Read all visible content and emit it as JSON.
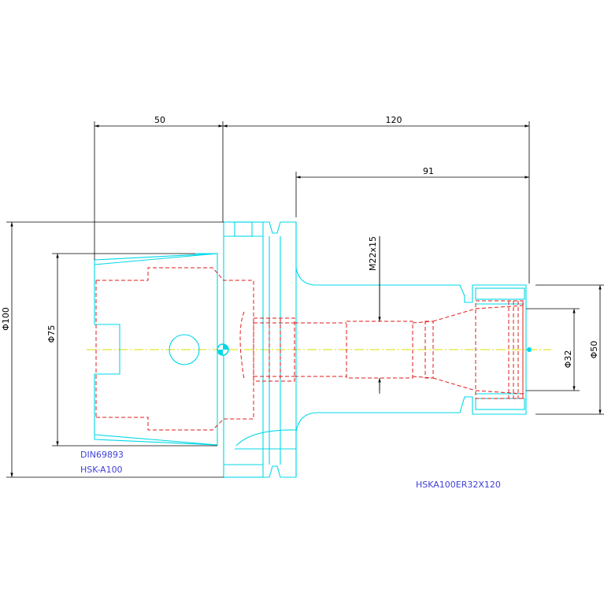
{
  "drawing": {
    "dimensions": {
      "d50": "50",
      "d120": "120",
      "d91": "91",
      "thread": "M22x15",
      "dia100": "Φ100",
      "dia75": "Φ75",
      "dia50": "Φ50",
      "dia32": "Φ32"
    },
    "labels": {
      "standard": "DIN69893",
      "shank": "HSK-A100",
      "part_number": "HSKA100ER32X120"
    },
    "colors": {
      "outline": "#00d8e8",
      "hidden": "#e21b1b",
      "centerline": "#dcdc00",
      "dimension": "#000000",
      "label": "#4040d8"
    }
  }
}
